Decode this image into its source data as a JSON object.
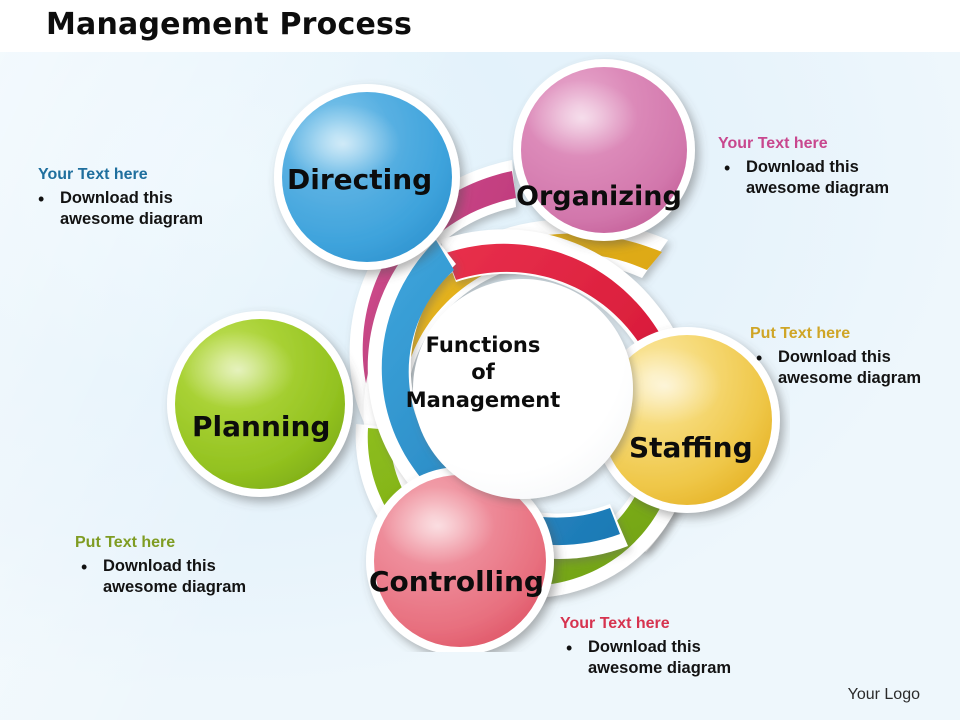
{
  "slide": {
    "title": "Management Process",
    "logo": "Your Logo",
    "background_color": "#e7f3fb",
    "title_color": "#0d0d0d"
  },
  "center": {
    "line1": "Functions",
    "line2": "of",
    "line3": "Management",
    "fill": "#ffffff",
    "text_color": "#0c0c0c"
  },
  "petals": [
    {
      "id": "directing",
      "label": "Directing",
      "color": "#3fa4dc",
      "color_light": "#7ec6ea",
      "color_dark": "#1f7fba"
    },
    {
      "id": "organizing",
      "label": "Organizing",
      "color": "#d濃",
      "color_light": "#e6a3c9",
      "color_dark": "#b93b7e"
    },
    {
      "id": "staffing",
      "label": "Staffing",
      "color": "#edc040",
      "color_light": "#f7dd86",
      "color_dark": "#dca510"
    },
    {
      "id": "controlling",
      "label": "Controlling",
      "color": "#e8637c",
      "color_light": "#f2959f",
      "color_dark": "#d8203e"
    },
    {
      "id": "planning",
      "label": "Planning",
      "color": "#92c01f",
      "color_light": "#b7d94a",
      "color_dark": "#6ea113"
    }
  ],
  "callouts": [
    {
      "id": "directing",
      "heading": "Your Text here",
      "heading_color": "#1f6f9e",
      "bullet": "•",
      "line1": "Download  this",
      "line2": "awesome diagram"
    },
    {
      "id": "organizing",
      "heading": "Your Text here",
      "heading_color": "#c8478e",
      "bullet": "•",
      "line1": "Download  this",
      "line2": "awesome diagram"
    },
    {
      "id": "staffing",
      "heading": "Put Text here",
      "heading_color": "#cfa526",
      "bullet": "•",
      "line1": "Download  this",
      "line2": "awesome diagram"
    },
    {
      "id": "controlling",
      "heading": "Your Text here",
      "heading_color": "#d6334f",
      "bullet": "•",
      "line1": "Download  this",
      "line2": "awesome diagram"
    },
    {
      "id": "planning",
      "heading": "Put Text here",
      "heading_color": "#7f9c22",
      "bullet": "•",
      "line1": "Download  this",
      "line2": "awesome diagram"
    }
  ]
}
